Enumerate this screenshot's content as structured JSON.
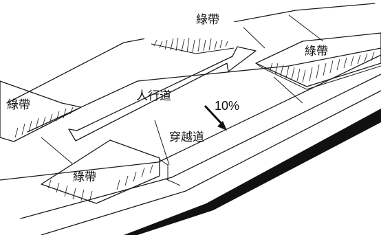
{
  "labels": {
    "greenbelt_top": "綠帶",
    "greenbelt_right": "綠帶",
    "greenbelt_left": "綠帶",
    "greenbelt_bottom": "綠帶",
    "sidewalk": "人行道",
    "crossing": "穿越道",
    "slope": "10%"
  },
  "colors": {
    "ink": "#1a1a1a",
    "paper": "#ffffff",
    "curb_shadow": "#111111"
  }
}
